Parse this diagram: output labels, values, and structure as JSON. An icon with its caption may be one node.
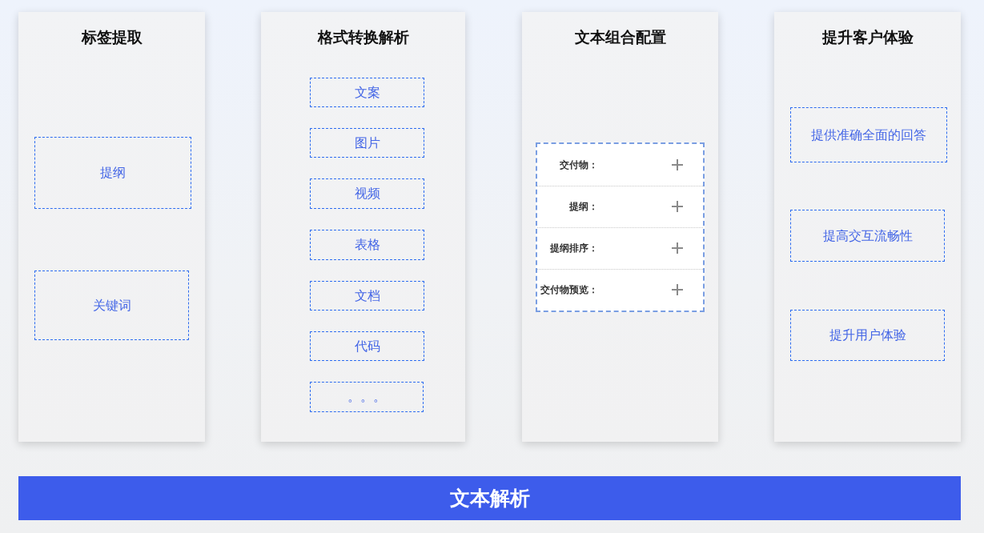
{
  "diagram": {
    "nodes": [
      {
        "text": [
          "标签提取"
        ]
      },
      {
        "text": [
          "提纲"
        ],
        "in": 0
      },
      {
        "text": [
          "关键词"
        ],
        "in": 0
      },
      {
        "text": [
          "格式转换解析"
        ]
      },
      {
        "text": [
          "文案"
        ],
        "in": 3
      },
      {
        "text": [
          "图片"
        ],
        "in": 3
      },
      {
        "text": [
          "视频"
        ],
        "in": 3
      },
      {
        "text": [
          "表格"
        ],
        "in": 3
      },
      {
        "text": [
          "文档"
        ],
        "in": 3
      },
      {
        "text": [
          "代码"
        ],
        "in": 3
      },
      {
        "text": [
          "。。。"
        ],
        "in": 3
      },
      {
        "text": [
          "文本组合配置"
        ]
      },
      {
        "text": [
          "交付物：",
          "提纲：",
          "提纲排序：",
          "交付物预览："
        ],
        "in": 11
      },
      {
        "text": [
          "提升客户体验"
        ]
      },
      {
        "text": [
          "提供准确全面的回答"
        ],
        "in": 13
      },
      {
        "text": [
          "提高交互流畅性"
        ],
        "in": 13
      },
      {
        "text": [
          "提升用户体验"
        ],
        "in": 13
      },
      {
        "text": [
          "文本解析"
        ]
      }
    ]
  }
}
